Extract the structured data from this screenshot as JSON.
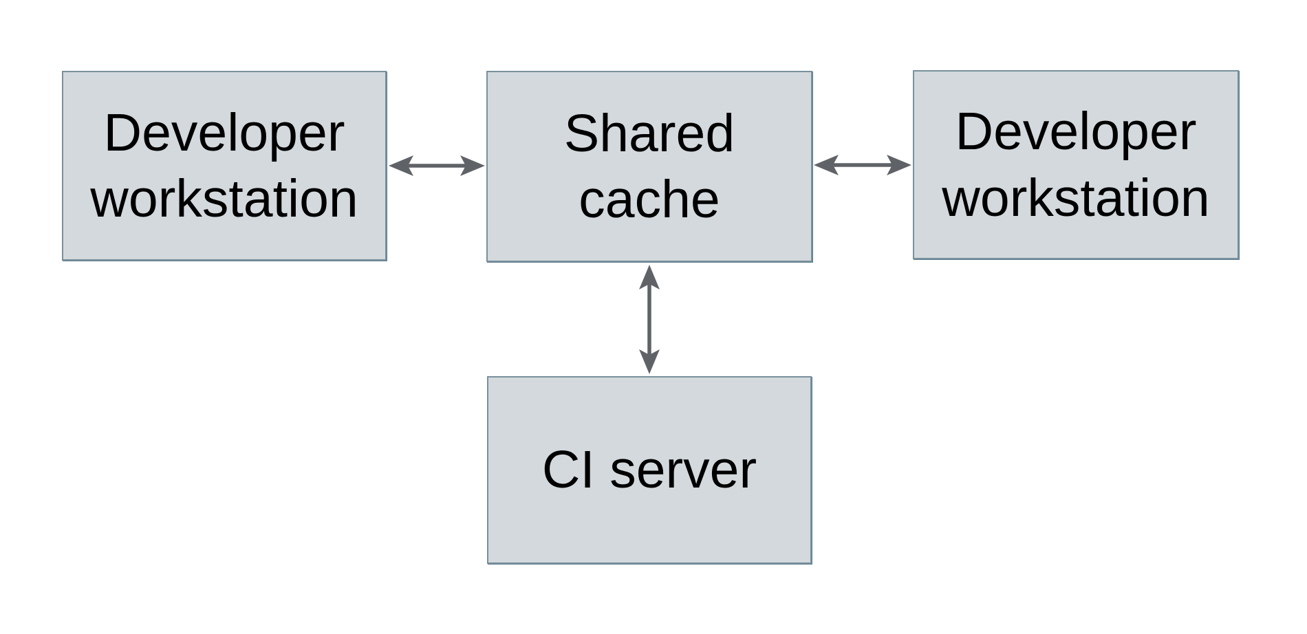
{
  "diagram": {
    "nodes": [
      {
        "id": "developer-workstation-left",
        "label": "Developer\nworkstation"
      },
      {
        "id": "shared-cache",
        "label": "Shared\ncache"
      },
      {
        "id": "developer-workstation-right",
        "label": "Developer\nworkstation"
      },
      {
        "id": "ci-server",
        "label": "CI server"
      }
    ],
    "edges": [
      {
        "from": "developer-workstation-left",
        "to": "shared-cache",
        "bidirectional": true
      },
      {
        "from": "shared-cache",
        "to": "developer-workstation-right",
        "bidirectional": true
      },
      {
        "from": "shared-cache",
        "to": "ci-server",
        "bidirectional": true
      }
    ]
  },
  "colors": {
    "background": "#ffffff",
    "box_fill": "#d3d9dd",
    "box_border": "#78909c",
    "box_border_dark": "#5f7d8e",
    "arrow": "#5f6368",
    "text": "#000000"
  }
}
